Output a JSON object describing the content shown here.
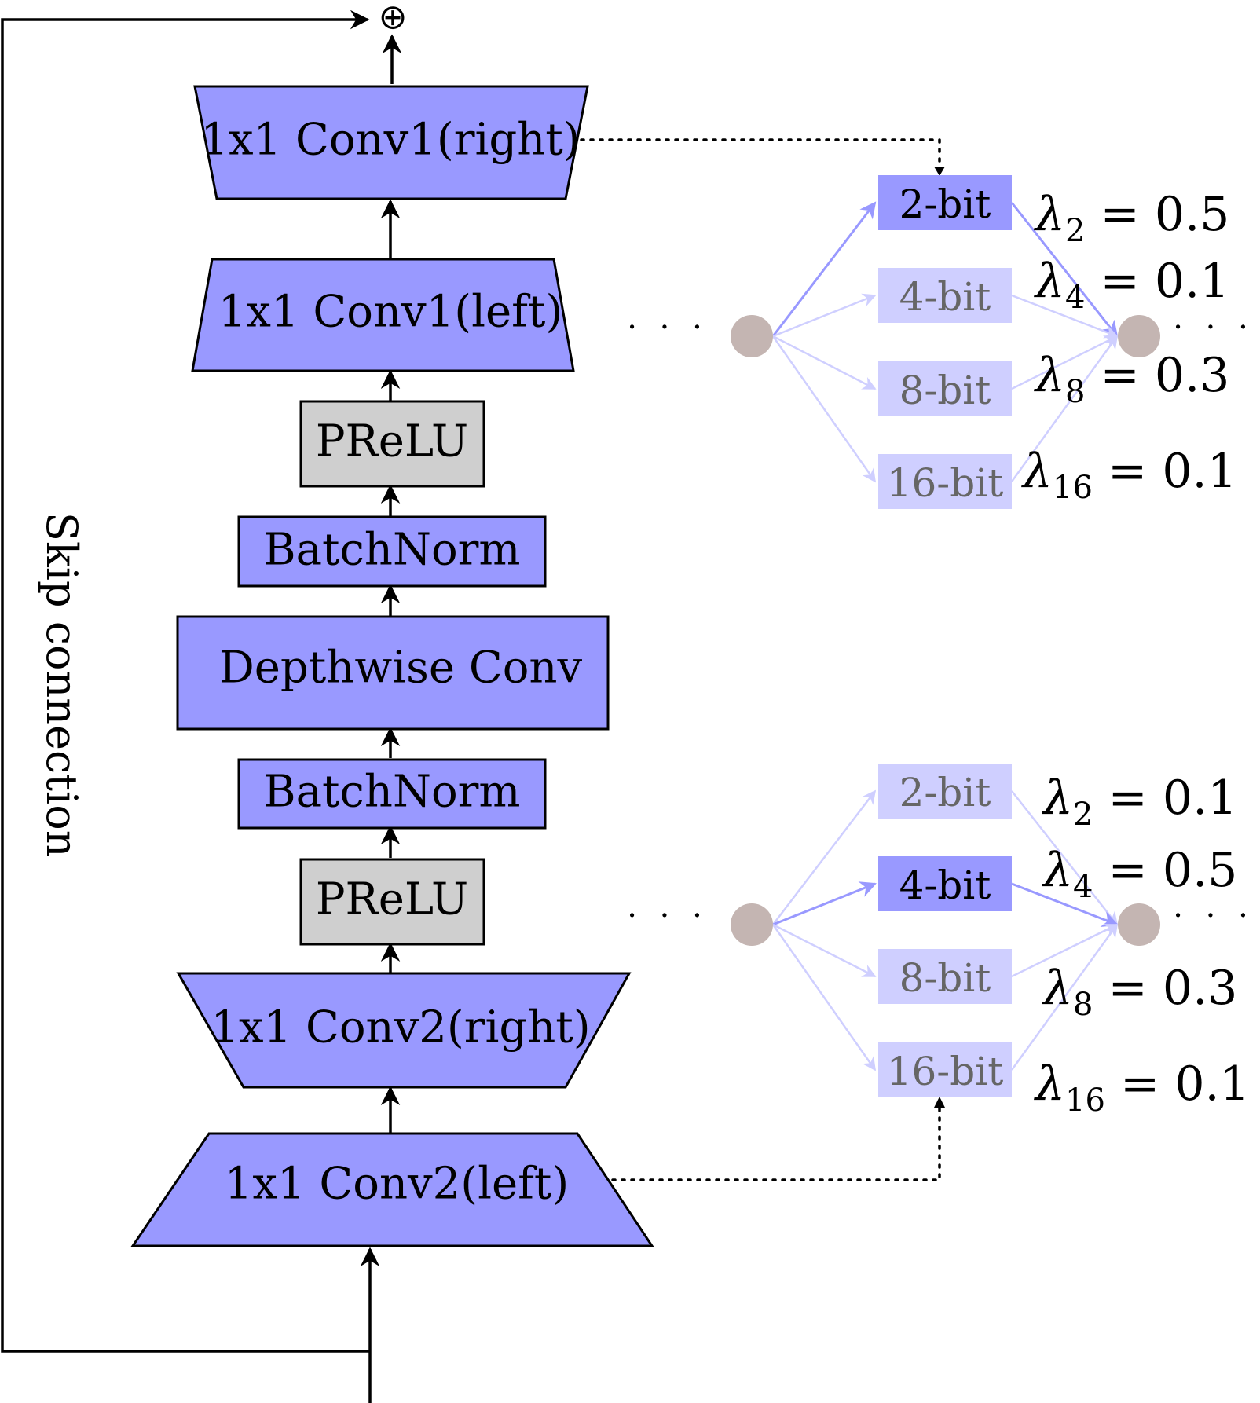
{
  "blocks": {
    "conv1_right": "1x1 Conv1(right)",
    "conv1_left": "1x1 Conv1(left)",
    "prelu_top": "PReLU",
    "batchnorm_top": "BatchNorm",
    "depthwise": "Depthwise Conv",
    "batchnorm_bottom": "BatchNorm",
    "prelu_bottom": "PReLU",
    "conv2_right": "1x1 Conv2(right)",
    "conv2_left": "1x1 Conv2(left)"
  },
  "skip_label": "Skip connection",
  "sum_symbol": "⊕",
  "ellipsis": "· · ·",
  "colors": {
    "block_blue": "#9999ff",
    "block_gray": "#cfcfcf",
    "node": "#c4b5b2",
    "selected_bit": "#9999ff",
    "unselected_bit": "#cfcfff"
  },
  "quantization_top": {
    "bits": [
      {
        "label": "2-bit",
        "selected": true
      },
      {
        "label": "4-bit",
        "selected": false
      },
      {
        "label": "8-bit",
        "selected": false
      },
      {
        "label": "16-bit",
        "selected": false
      }
    ],
    "lambdas": [
      {
        "symbol": "λ",
        "sub": "2",
        "eq": " = 0.5"
      },
      {
        "symbol": "λ",
        "sub": "4",
        "eq": " = 0.1"
      },
      {
        "symbol": "λ",
        "sub": "8",
        "eq": " = 0.3"
      },
      {
        "symbol": "λ",
        "sub": "16",
        "eq": " = 0.1"
      }
    ]
  },
  "quantization_bottom": {
    "bits": [
      {
        "label": "2-bit",
        "selected": false
      },
      {
        "label": "4-bit",
        "selected": true
      },
      {
        "label": "8-bit",
        "selected": false
      },
      {
        "label": "16-bit",
        "selected": false
      }
    ],
    "lambdas": [
      {
        "symbol": "λ",
        "sub": "2",
        "eq": " = 0.1"
      },
      {
        "symbol": "λ",
        "sub": "4",
        "eq": " = 0.5"
      },
      {
        "symbol": "λ",
        "sub": "8",
        "eq": " = 0.3"
      },
      {
        "symbol": "λ",
        "sub": "16",
        "eq": " = 0.1"
      }
    ]
  }
}
